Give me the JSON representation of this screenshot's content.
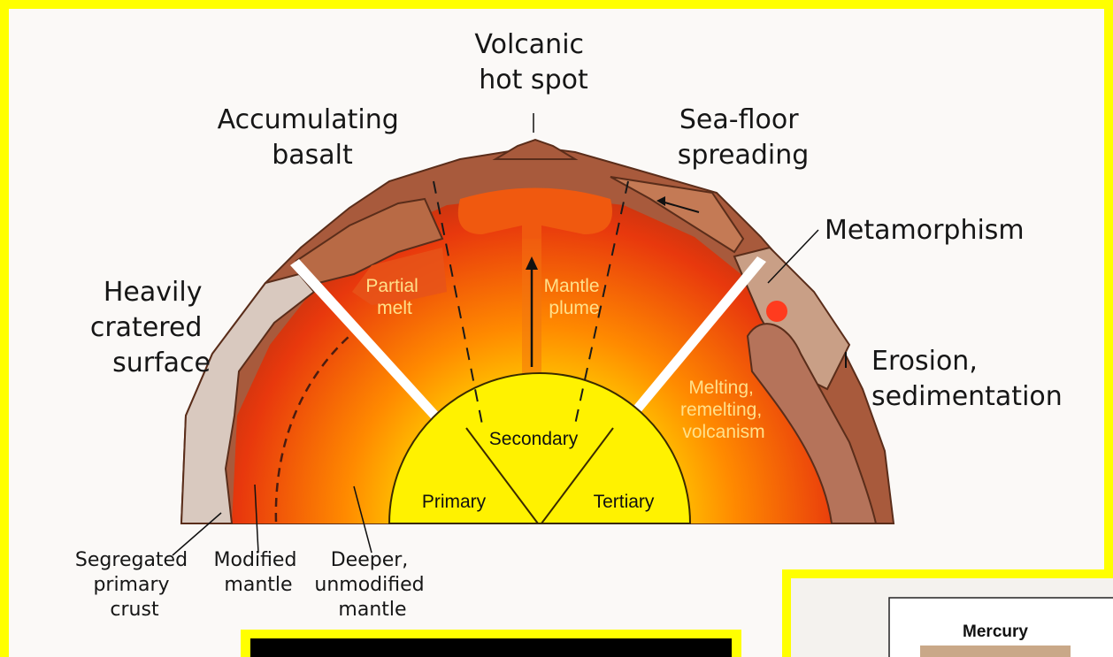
{
  "labels": {
    "volcanic_hot_spot": [
      "Volcanic",
      "hot spot"
    ],
    "accumulating_basalt": [
      "Accumulating",
      "basalt"
    ],
    "sea_floor_spreading": [
      "Sea-floor",
      "spreading"
    ],
    "metamorphism": "Metamorphism",
    "heavily_cratered_surface": [
      "Heavily",
      "cratered",
      "surface"
    ],
    "erosion_sedimentation": [
      "Erosion,",
      "sedimentation"
    ],
    "partial_melt": [
      "Partial",
      "melt"
    ],
    "mantle_plume": [
      "Mantle",
      "plume"
    ],
    "melting_remelting_volcanism": [
      "Melting,",
      "remelting,",
      "volcanism"
    ],
    "secondary": "Secondary",
    "primary": "Primary",
    "tertiary": "Tertiary",
    "segregated_primary_crust": [
      "Segregated",
      "primary",
      "crust"
    ],
    "modified_mantle": [
      "Modified",
      "mantle"
    ],
    "deeper_unmodified_mantle": [
      "Deeper,",
      "unmodified",
      "mantle"
    ]
  },
  "inset": {
    "title": "Mercury"
  },
  "colors": {
    "border": "#ffff00",
    "background": "#fbf9f7",
    "core": "#fff200",
    "mantle_inner": "#ffde00",
    "mantle_mid": "#ff8a00",
    "mantle_outer": "#e8380d",
    "crust": "#a85a3c",
    "primary_crust": "#d9c9bf"
  }
}
